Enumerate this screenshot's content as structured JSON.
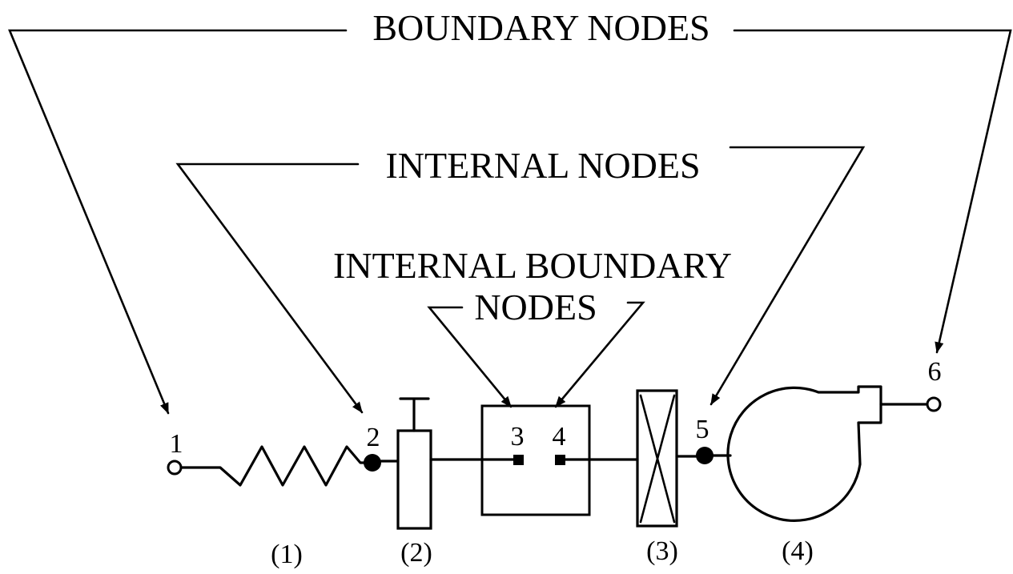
{
  "labels": {
    "boundary_nodes": "BOUNDARY NODES",
    "internal_nodes": "INTERNAL NODES",
    "internal_boundary_line1": "INTERNAL BOUNDARY",
    "internal_boundary_line2": "NODES"
  },
  "nodes": [
    {
      "id": "1",
      "kind": "boundary"
    },
    {
      "id": "2",
      "kind": "internal"
    },
    {
      "id": "3",
      "kind": "internal-boundary"
    },
    {
      "id": "4",
      "kind": "internal-boundary"
    },
    {
      "id": "5",
      "kind": "internal"
    },
    {
      "id": "6",
      "kind": "boundary"
    }
  ],
  "components": [
    {
      "label": "(1)",
      "type": "resistance"
    },
    {
      "label": "(2)",
      "type": "valve"
    },
    {
      "label": "(3)",
      "type": "filter"
    },
    {
      "label": "(4)",
      "type": "fan"
    }
  ],
  "colors": {
    "ink": "#000000",
    "background": "#ffffff"
  }
}
